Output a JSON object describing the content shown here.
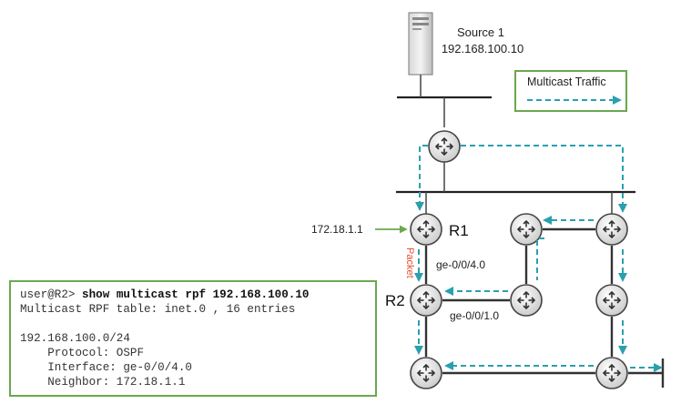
{
  "source": {
    "name": "Source 1",
    "ip": "192.168.100.10"
  },
  "legend": {
    "title": "Multicast Traffic"
  },
  "routers": {
    "r1": "R1",
    "r2": "R2"
  },
  "labels": {
    "neighbor_ip": "172.18.1.1",
    "packet": "Packet",
    "r1_r2_iface": "ge-0/0/4.0",
    "r2_iface": "ge-0/0/1.0"
  },
  "terminal": {
    "prompt": "user@R2> ",
    "command": "show multicast rpf 192.168.100.10",
    "output": [
      "Multicast RPF table: inet.0 , 16 entries",
      "",
      "192.168.100.0/24",
      "    Protocol: OSPF",
      "    Interface: ge-0/0/4.0",
      "    Neighbor: 172.18.1.1"
    ]
  },
  "colors": {
    "traffic": "#2a9fb0",
    "accent_green": "#6aa84f",
    "packet_red": "#e8482c",
    "link": "#333333"
  }
}
